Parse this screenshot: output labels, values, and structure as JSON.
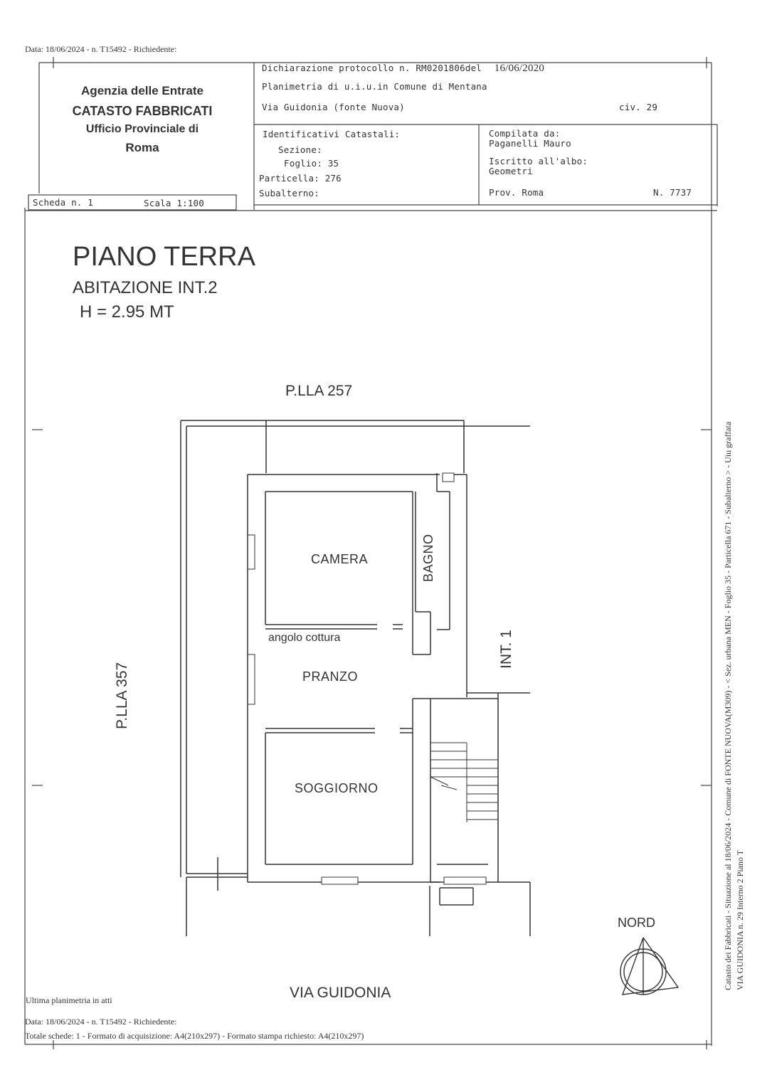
{
  "top_line": "Data: 18/06/2024 - n. T15492 - Richiedente:",
  "agency": {
    "line1": "Agenzia delle Entrate",
    "line2": "CATASTO FABBRICATI",
    "line3": "Ufficio Provinciale di",
    "line4": "Roma"
  },
  "header": {
    "protocol": "Dichiarazione protocollo n. RM0201806del",
    "protocol_date": "16/06/2020",
    "planimetry": "Planimetria di u.i.u.in Comune di Mentana",
    "street": "Via Guidonia (fonte Nuova)",
    "civ": "civ. 29"
  },
  "identifiers": {
    "title": "Identificativi Catastali:",
    "sezione": "Sezione:",
    "foglio": "Foglio: 35",
    "particella": "Particella: 276",
    "subalterno": "Subalterno:"
  },
  "compiler": {
    "label": "Compilata da:",
    "name": "Paganelli Mauro",
    "albo_label": "Iscritto all'albo:",
    "albo": "Geometri",
    "prov": "Prov. Roma",
    "number": "N. 7737"
  },
  "scheda": {
    "number": "Scheda n. 1",
    "scale": "Scala 1:100"
  },
  "plan": {
    "title": "PIANO TERRA",
    "subtitle": "ABITAZIONE INT.2",
    "height": "H = 2.95 MT",
    "north_parcel": "P.LLA 257",
    "west_parcel": "P.LLA 357",
    "east_unit": "INT. 1",
    "street": "VIA GUIDONIA",
    "north": "NORD",
    "rooms": {
      "camera": "CAMERA",
      "bagno": "BAGNO",
      "angolo": "angolo cottura",
      "pranzo": "PRANZO",
      "soggiorno": "SOGGIORNO"
    }
  },
  "side_note": {
    "line1": "Catasto dei Fabbricati - Situazione al 18/06/2024 - Comune di FONTE NUOVA(M309) - < Sez. urbana MEN - Foglio 35 - Particella 671 - Subalterno  > - Uiu graffata",
    "line2": "VIA GUIDONIA n. 29  Interno 2 Piano T"
  },
  "footer": {
    "last": "Ultima planimetria in atti",
    "date_line": "Data: 18/06/2024 - n. T15492 - Richiedente:",
    "totals": "Totale schede: 1 - Formato di acquisizione: A4(210x297)  - Formato stampa richiesto: A4(210x297)"
  }
}
